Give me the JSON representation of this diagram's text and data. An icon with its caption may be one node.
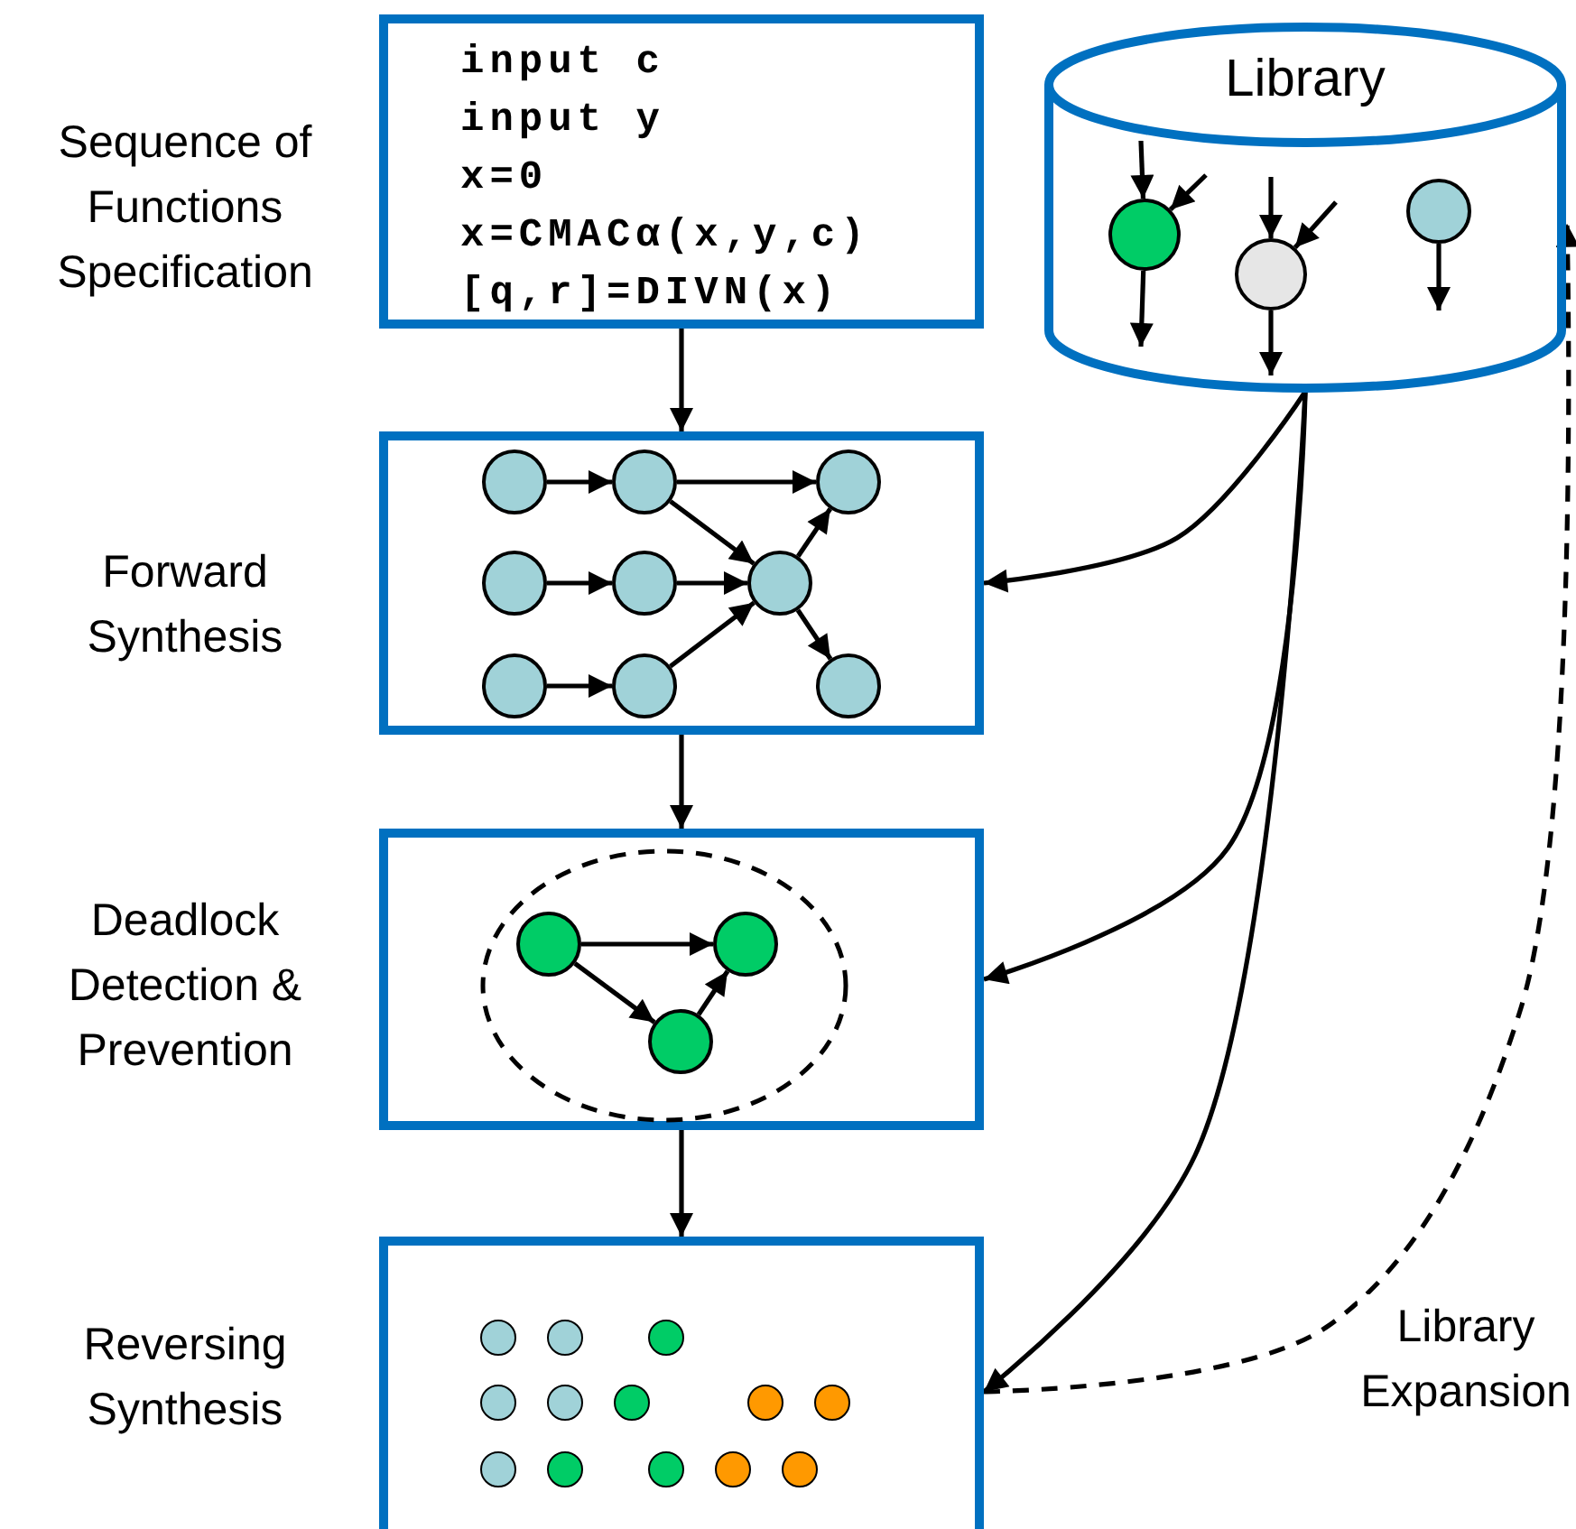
{
  "diagram": {
    "nodes": [
      {
        "text": [
          "Sequence of Functions Specification",
          "input c",
          "input y",
          "x=0",
          "x=CMACα(x,y,c)",
          "[q,r]=DIVN(x)"
        ]
      },
      {
        "text": [
          "Library"
        ]
      },
      {
        "text": [],
        "shape": "circle",
        "in": 1
      },
      {
        "text": [],
        "shape": "circle",
        "in": 1
      },
      {
        "text": [],
        "shape": "circle",
        "in": 1
      },
      {
        "text": [
          "Forward Synthesis"
        ]
      },
      {
        "text": [],
        "shape": "circle",
        "in": 5
      },
      {
        "text": [],
        "shape": "circle",
        "in": 5
      },
      {
        "text": [],
        "shape": "circle",
        "in": 5
      },
      {
        "text": [],
        "shape": "circle",
        "in": 5
      },
      {
        "text": [],
        "shape": "circle",
        "in": 5
      },
      {
        "text": [],
        "shape": "circle",
        "in": 5
      },
      {
        "text": [],
        "shape": "circle",
        "in": 5
      },
      {
        "text": [],
        "shape": "circle",
        "in": 5
      },
      {
        "text": [],
        "shape": "circle",
        "in": 5
      },
      {
        "text": [
          "Deadlock Detection & Prevention"
        ]
      },
      {
        "text": [],
        "shape": "ellipse",
        "in": 15
      },
      {
        "text": [],
        "shape": "circle",
        "in": 16
      },
      {
        "text": [],
        "shape": "circle",
        "in": 16
      },
      {
        "text": [],
        "shape": "circle",
        "in": 16
      },
      {
        "text": [
          "Reversing Synthesis"
        ]
      },
      {
        "text": [],
        "shape": "circle",
        "in": 20
      },
      {
        "text": [],
        "shape": "circle",
        "in": 20
      },
      {
        "text": [],
        "shape": "circle",
        "in": 20
      },
      {
        "text": [],
        "shape": "circle",
        "in": 20
      },
      {
        "text": [],
        "shape": "circle",
        "in": 20
      },
      {
        "text": [],
        "shape": "circle",
        "in": 20
      },
      {
        "text": [],
        "shape": "circle",
        "in": 20
      },
      {
        "text": [],
        "shape": "circle",
        "in": 20
      },
      {
        "text": [],
        "shape": "circle",
        "in": 20
      },
      {
        "text": [],
        "shape": "circle",
        "in": 20
      },
      {
        "text": [],
        "shape": "circle",
        "in": 20
      },
      {
        "text": [],
        "shape": "circle",
        "in": 20
      },
      {
        "text": [],
        "shape": "circle",
        "in": 20
      }
    ],
    "edges": [
      {
        "from": 0,
        "to": 5,
        "arrow": "to"
      },
      {
        "from": 5,
        "to": 15,
        "arrow": "to"
      },
      {
        "from": 15,
        "to": 20,
        "arrow": "to"
      },
      {
        "from": 1,
        "to": 5,
        "arrow": "to"
      },
      {
        "from": 1,
        "to": 15,
        "arrow": "to"
      },
      {
        "from": 1,
        "to": 20,
        "arrow": "to"
      },
      {
        "from": 20,
        "to": 1,
        "arrow": "to",
        "style": "dashed",
        "label": "Library Expansion"
      },
      {
        "from": null,
        "to": 2,
        "arrow": "to"
      },
      {
        "from": null,
        "to": 2,
        "arrow": "to"
      },
      {
        "from": 2,
        "to": null,
        "arrow": "to"
      },
      {
        "from": null,
        "to": 3,
        "arrow": "to"
      },
      {
        "from": null,
        "to": 3,
        "arrow": "to"
      },
      {
        "from": 3,
        "to": null,
        "arrow": "to"
      },
      {
        "from": 4,
        "to": null,
        "arrow": "to"
      },
      {
        "from": 6,
        "to": 7,
        "arrow": "to"
      },
      {
        "from": 7,
        "to": 8,
        "arrow": "to"
      },
      {
        "from": 7,
        "to": 11,
        "arrow": "to"
      },
      {
        "from": 9,
        "to": 10,
        "arrow": "to"
      },
      {
        "from": 10,
        "to": 11,
        "arrow": "to"
      },
      {
        "from": 12,
        "to": 13,
        "arrow": "to"
      },
      {
        "from": 13,
        "to": 11,
        "arrow": "to"
      },
      {
        "from": 11,
        "to": 8,
        "arrow": "to"
      },
      {
        "from": 11,
        "to": 14,
        "arrow": "to"
      },
      {
        "from": 17,
        "to": 18,
        "arrow": "to"
      },
      {
        "from": 17,
        "to": 19,
        "arrow": "to"
      },
      {
        "from": 19,
        "to": 18,
        "arrow": "to"
      }
    ]
  }
}
